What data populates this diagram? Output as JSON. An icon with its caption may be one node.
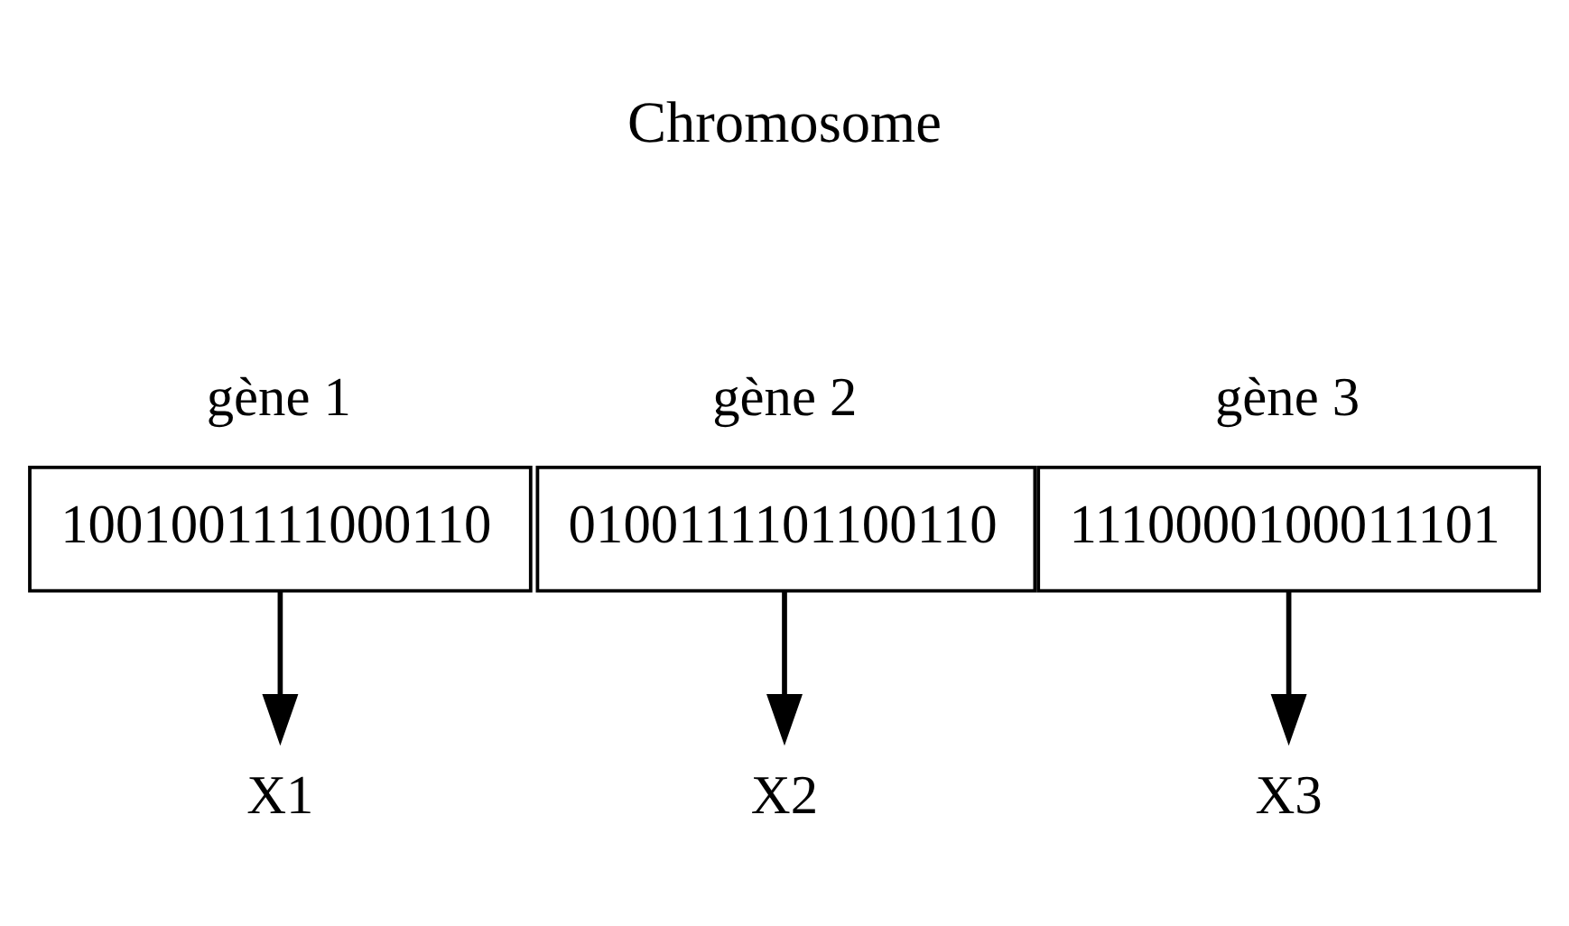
{
  "diagram": {
    "nodes": [
      {
        "text": [
          "gène 1",
          "1001001111000110"
        ]
      },
      {
        "text": [
          "gène 2",
          "0100111101100110"
        ]
      },
      {
        "text": [
          "gène 3",
          "1110000100011101"
        ]
      },
      {
        "text": [
          "X1"
        ]
      },
      {
        "text": [
          "X2"
        ]
      },
      {
        "text": [
          "X3"
        ]
      }
    ],
    "edges": [
      {
        "from": 0,
        "to": 3,
        "arrow": "to"
      },
      {
        "from": 1,
        "to": 4,
        "arrow": "to"
      },
      {
        "from": 2,
        "to": 5,
        "arrow": "to"
      }
    ],
    "labels": [
      "Chromosome"
    ]
  }
}
